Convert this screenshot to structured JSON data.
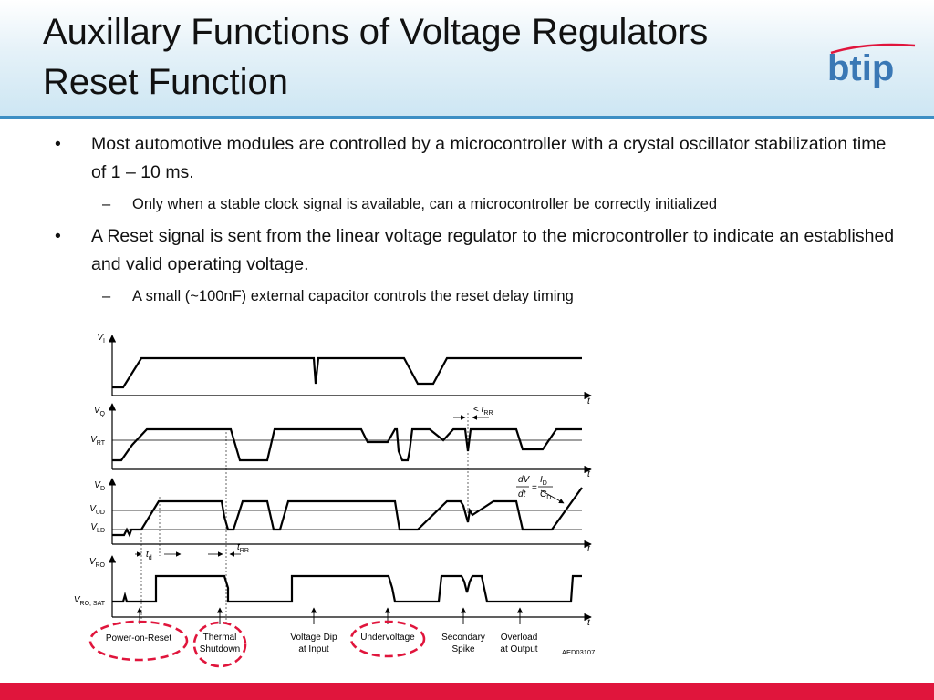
{
  "slide": {
    "title_line1": "Auxillary Functions of Voltage Regulators",
    "title_line2": "Reset Function",
    "logo_text": "btip"
  },
  "bullets": [
    {
      "text": "Most automotive modules are controlled by a microcontroller with a crystal oscillator stabilization time of 1 – 10 ms.",
      "sub": "Only when a stable clock signal is available, can a microcontroller be correctly initialized"
    },
    {
      "text": "A Reset signal is sent from the linear voltage regulator to the microcontroller to indicate an established and valid operating voltage.",
      "sub": "A small (~100nF) external capacitor controls the reset delay timing"
    }
  ],
  "diagram": {
    "axis_label": "t",
    "signals": {
      "vi": {
        "main": "V",
        "sub": "I"
      },
      "vq": {
        "main": "V",
        "sub": "Q"
      },
      "vrt": {
        "main": "V",
        "sub": "RT"
      },
      "vd": {
        "main": "V",
        "sub": "D"
      },
      "vud": {
        "main": "V",
        "sub": "UD"
      },
      "vld": {
        "main": "V",
        "sub": "LD"
      },
      "vro": {
        "main": "V",
        "sub": "RO"
      },
      "vro_sat": {
        "main": "V",
        "sub": "RO, SAT"
      }
    },
    "annotations": {
      "trr_less": {
        "prefix": "< ",
        "main": "t",
        "sub": "RR"
      },
      "td": {
        "main": "t",
        "sub": "d"
      },
      "trr": {
        "main": "t",
        "sub": "RR"
      },
      "formula": {
        "dv": "dV",
        "dt": "dt",
        "eq": "=",
        "id_main": "I",
        "id_sub": "D",
        "cd_main": "C",
        "cd_sub": "D"
      }
    },
    "events": [
      {
        "line1": "Power-on-Reset",
        "line2": "",
        "circled": true
      },
      {
        "line1": "Thermal",
        "line2": "Shutdown",
        "circled": true
      },
      {
        "line1": "Voltage Dip",
        "line2": "at Input",
        "circled": false
      },
      {
        "line1": "Undervoltage",
        "line2": "",
        "circled": true
      },
      {
        "line1": "Secondary",
        "line2": "Spike",
        "circled": false
      },
      {
        "line1": "Overload",
        "line2": "at Output",
        "circled": false
      }
    ],
    "code": "AED03107",
    "highlight_color": "#e0153c"
  }
}
